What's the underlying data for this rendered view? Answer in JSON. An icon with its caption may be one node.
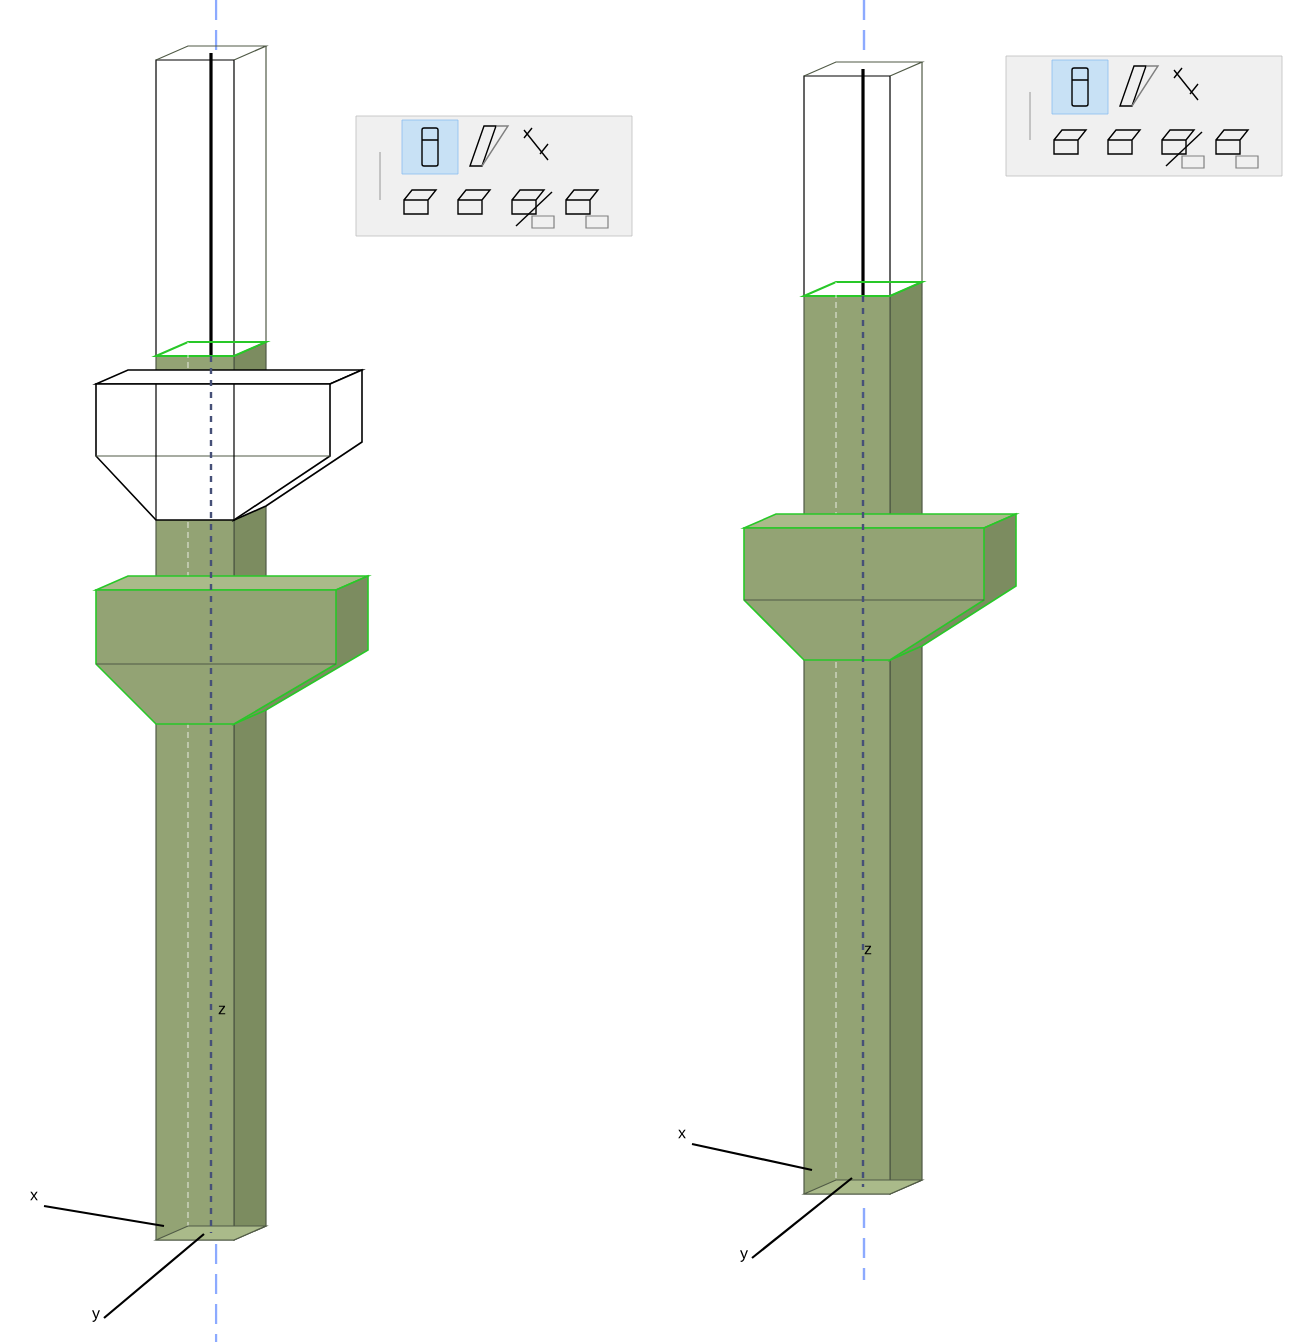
{
  "diagram": {
    "labels": [
      "z",
      "x",
      "y",
      "z",
      "x",
      "y"
    ]
  }
}
